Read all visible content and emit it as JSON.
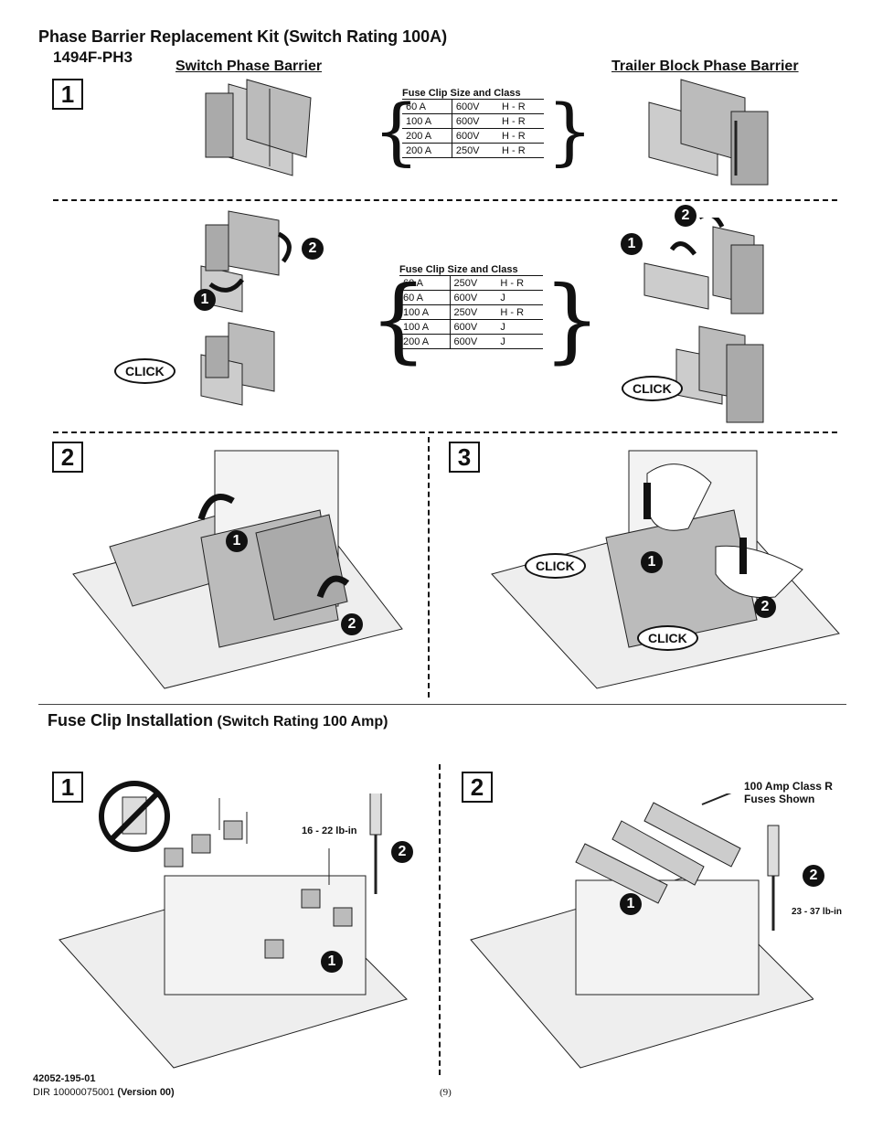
{
  "header": {
    "title": "Phase Barrier Replacement Kit (Switch Rating 100A)",
    "catalog": "1494F-PH3",
    "switch_barrier_label": "Switch Phase Barrier",
    "trailer_barrier_label": "Trailer Block Phase Barrier"
  },
  "steps": {
    "one": "1",
    "two": "2",
    "three": "3"
  },
  "badges": {
    "b1": "1",
    "b2": "2"
  },
  "click_label": "CLICK",
  "fuse_table_1": {
    "title": "Fuse Clip Size and Class",
    "rows": [
      [
        "60 A",
        "600V",
        "H - R"
      ],
      [
        "100 A",
        "600V",
        "H - R"
      ],
      [
        "200 A",
        "600V",
        "H - R"
      ],
      [
        "200 A",
        "250V",
        "H - R"
      ]
    ]
  },
  "fuse_table_2": {
    "title": "Fuse Clip Size and Class",
    "rows": [
      [
        "60 A",
        "250V",
        "H - R"
      ],
      [
        "60 A",
        "600V",
        "J"
      ],
      [
        "100 A",
        "250V",
        "H - R"
      ],
      [
        "100 A",
        "600V",
        "J"
      ],
      [
        "200 A",
        "600V",
        "J"
      ]
    ]
  },
  "fuse_clip": {
    "title_main": "Fuse Clip Installation",
    "title_sub": "(Switch Rating 100 Amp)",
    "torque_1": "16 - 22 lb-in",
    "torque_2": "23 - 37 lb-in",
    "fuse_note_line1": "100 Amp Class R",
    "fuse_note_line2": "Fuses Shown"
  },
  "footer": {
    "doc_number": "42052-195-01",
    "dir_prefix": "DIR 10000075001",
    "version": "(Version 00)",
    "page": "(9)"
  }
}
